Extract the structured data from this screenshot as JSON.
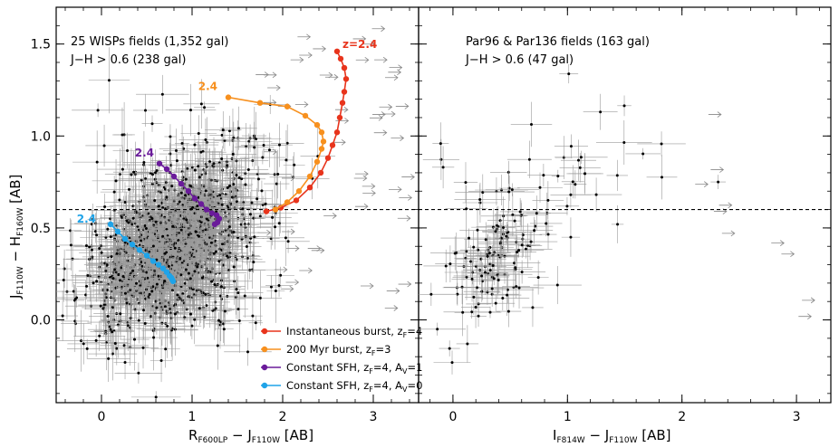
{
  "chart_data": [
    {
      "type": "scatter",
      "panel": "left",
      "xlabel_main": "R",
      "xlabel_sub1": "F600LP",
      "xlabel_mid": " − J",
      "xlabel_sub2": "F110W",
      "xlabel_end": " [AB]",
      "ylabel_main1": "J",
      "ylabel_sub1": "F110W",
      "ylabel_mid": " − H",
      "ylabel_sub2": "F160W",
      "ylabel_end": " [AB]",
      "xlim": [
        -0.5,
        3.5
      ],
      "ylim": [
        -0.45,
        1.7
      ],
      "xticks": [
        "0",
        "1",
        "2",
        "3"
      ],
      "yticks": [
        "0.0",
        "0.5",
        "1.0",
        "1.5"
      ],
      "annotation_line1": "25 WISPs fields (1,352 gal)",
      "annotation_line2": "J−H > 0.6 (238 gal)",
      "threshold_y": 0.6,
      "n_points_approx": 1352,
      "tracks": [
        {
          "name": "Instantaneous burst, zF=4",
          "color": "#e8341c",
          "label": "z=2.4",
          "x": [
            1.82,
            1.98,
            2.15,
            2.3,
            2.42,
            2.5,
            2.55,
            2.6,
            2.63,
            2.66,
            2.68,
            2.7,
            2.68,
            2.64,
            2.6
          ],
          "y": [
            0.59,
            0.61,
            0.65,
            0.72,
            0.8,
            0.88,
            0.95,
            1.02,
            1.1,
            1.18,
            1.24,
            1.31,
            1.37,
            1.42,
            1.46
          ]
        },
        {
          "name": "200 Myr burst, zF=3",
          "color": "#f7901e",
          "label": "2.4",
          "x": [
            1.92,
            2.05,
            2.18,
            2.3,
            2.38,
            2.43,
            2.45,
            2.43,
            2.38,
            2.25,
            2.05,
            1.75,
            1.4
          ],
          "y": [
            0.6,
            0.64,
            0.7,
            0.78,
            0.86,
            0.93,
            0.97,
            1.02,
            1.06,
            1.11,
            1.16,
            1.18,
            1.21
          ]
        },
        {
          "name": "Constant SFH, zF=4, AV=1",
          "color": "#6a1b9a",
          "label": "2.4",
          "x": [
            1.25,
            1.28,
            1.3,
            1.27,
            1.22,
            1.16,
            1.1,
            1.03,
            0.96,
            0.88,
            0.8,
            0.72,
            0.64
          ],
          "y": [
            0.52,
            0.53,
            0.55,
            0.57,
            0.58,
            0.6,
            0.63,
            0.66,
            0.7,
            0.74,
            0.78,
            0.82,
            0.85
          ]
        },
        {
          "name": "Constant SFH, zF=4, AV=0",
          "color": "#1fa3e8",
          "label": "2.4",
          "x": [
            0.79,
            0.78,
            0.77,
            0.75,
            0.72,
            0.68,
            0.63,
            0.57,
            0.5,
            0.42,
            0.34,
            0.26,
            0.18,
            0.1
          ],
          "y": [
            0.21,
            0.22,
            0.23,
            0.24,
            0.26,
            0.28,
            0.3,
            0.32,
            0.35,
            0.38,
            0.41,
            0.44,
            0.48,
            0.52
          ]
        }
      ],
      "legend": [
        {
          "label": "Instantaneous burst, z",
          "sub": "F",
          "tail": "=4",
          "color": "#e8341c"
        },
        {
          "label": "200 Myr burst, z",
          "sub": "F",
          "tail": "=3",
          "color": "#f7901e"
        },
        {
          "label": "Constant SFH, z",
          "sub": "F",
          "tail": "=4, A",
          "sub2": "V",
          "tail2": "=1",
          "color": "#6a1b9a"
        },
        {
          "label": "Constant SFH, z",
          "sub": "F",
          "tail": "=4, A",
          "sub2": "V",
          "tail2": "=0",
          "color": "#1fa3e8"
        }
      ],
      "legend_placement": "bottom-right"
    },
    {
      "type": "scatter",
      "panel": "right",
      "xlabel_main": "I",
      "xlabel_sub1": "F814W",
      "xlabel_mid": " − J",
      "xlabel_sub2": "F110W",
      "xlabel_end": " [AB]",
      "xlim": [
        -0.3,
        3.3
      ],
      "ylim": [
        -0.45,
        1.7
      ],
      "xticks": [
        "0",
        "1",
        "2",
        "3"
      ],
      "annotation_line1": "Par96 & Par136 fields (163 gal)",
      "annotation_line2": "J−H > 0.6 (47 gal)",
      "threshold_y": 0.6,
      "n_points_approx": 163
    }
  ]
}
